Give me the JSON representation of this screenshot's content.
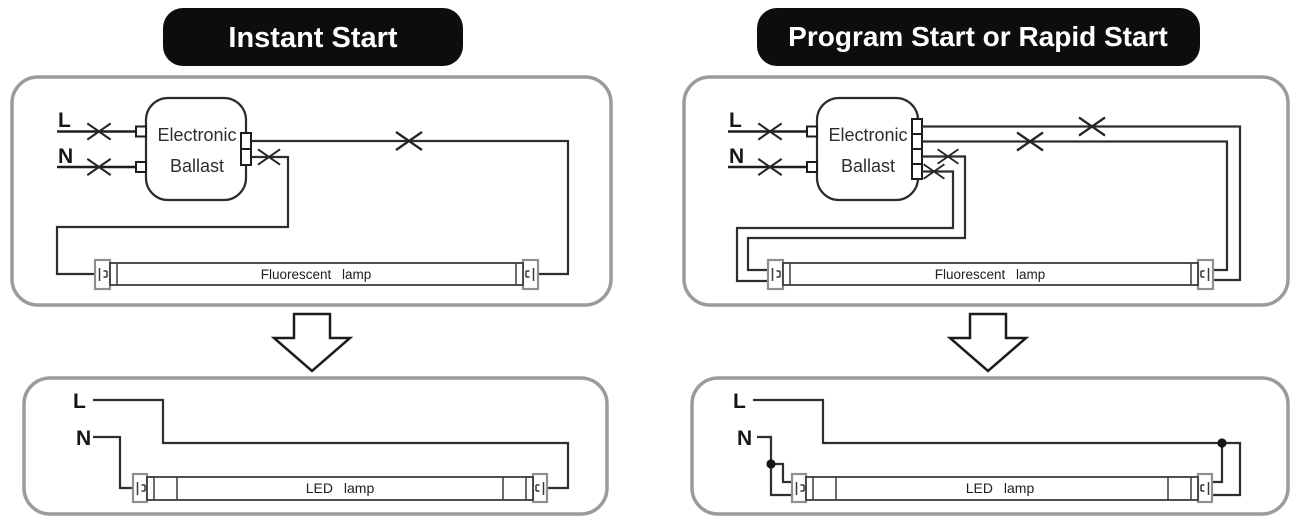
{
  "banners": {
    "left_label": "Instant Start",
    "right_label": "Program Start or Rapid Start"
  },
  "labels": {
    "live": "L",
    "neutral": "N",
    "ballast_line1": "Electronic",
    "ballast_line2": "Ballast",
    "fluorescent_lamp": "Fluorescent lamp",
    "led_lamp": "LED lamp"
  },
  "colors": {
    "background": "#ffffff",
    "banner_bg": "#0d0d0d",
    "banner_text": "#ffffff",
    "panel_border": "#9b9b9b",
    "wire": "#2e2e2e",
    "socket_border": "#8f8f8f",
    "label_text": "#161616"
  }
}
